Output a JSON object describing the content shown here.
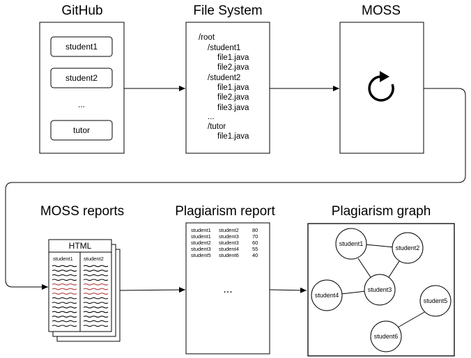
{
  "headers": {
    "github": "GitHub",
    "file_system": "File System",
    "moss": "MOSS",
    "moss_reports": "MOSS reports",
    "plagiarism_report": "Plagiarism report",
    "plagiarism_graph": "Plagiarism graph"
  },
  "github": {
    "items": [
      "student1",
      "student2"
    ],
    "ellipsis": "...",
    "tutor": "tutor"
  },
  "file_system": {
    "lines": [
      "/root",
      "/student1",
      "file1.java",
      "file2.java",
      "/student2",
      "file1.java",
      "file2.java",
      "file3.java",
      "...",
      "/tutor",
      "file1.java"
    ]
  },
  "moss": {
    "icon": "refresh-icon"
  },
  "moss_reports": {
    "doc_title": "HTML",
    "left_col": "student1",
    "right_col": "student2",
    "highlight_color": "#b03a3a"
  },
  "plagiarism_report": {
    "rows": [
      [
        "student1",
        "student2",
        "80"
      ],
      [
        "student1",
        "student3",
        "70"
      ],
      [
        "student2",
        "student3",
        "60"
      ],
      [
        "student3",
        "student4",
        "55"
      ],
      [
        "student5",
        "student6",
        "40"
      ]
    ],
    "ellipsis": "..."
  },
  "plagiarism_graph": {
    "nodes": [
      "student1",
      "student2",
      "student3",
      "student4",
      "student5",
      "student6"
    ]
  }
}
